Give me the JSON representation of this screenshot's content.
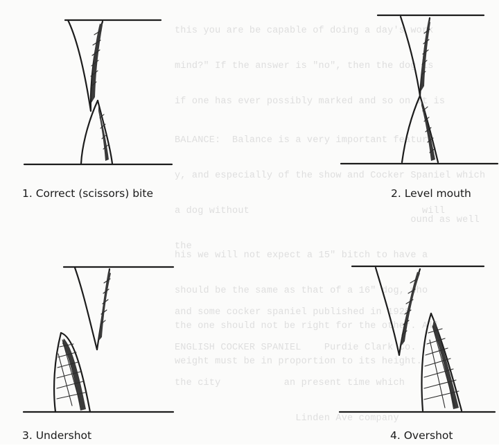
{
  "captions": {
    "fig1": "1. Correct (scissors) bite",
    "fig2": "2. Level mouth",
    "fig3": "3. Undershot",
    "fig4": "4. Overshot"
  },
  "figures": [
    {
      "id": "fig1",
      "drawing": "correct-scissors-bite-illustration"
    },
    {
      "id": "fig2",
      "drawing": "level-mouth-illustration"
    },
    {
      "id": "fig3",
      "drawing": "undershot-bite-illustration"
    },
    {
      "id": "fig4",
      "drawing": "overshot-bite-illustration"
    }
  ],
  "background_text": [
    "this you are be capable of doing a day's work",
    "mind?\" If the answer is \"no\", then the dog is",
    "if one has ever possibly marked and so on it is",
    "BALANCE:  Balance is a very important feature",
    "y, and especially of the show and Cocker Spaniel which",
    "a dog without                              will",
    "the",
    "                                         ound as well",
    "his we will not expect a 15\" bitch to have a",
    "should be the same as that of a 16\" dog, who",
    "the one should not be right for the other. All",
    "weight must be in proportion to its height.",
    "and some cocker spaniel published in 1928",
    "ENGLISH COCKER SPANIEL    Purdie Clark Co.",
    "the city           an present time which",
    "                     Linden Ave company"
  ]
}
